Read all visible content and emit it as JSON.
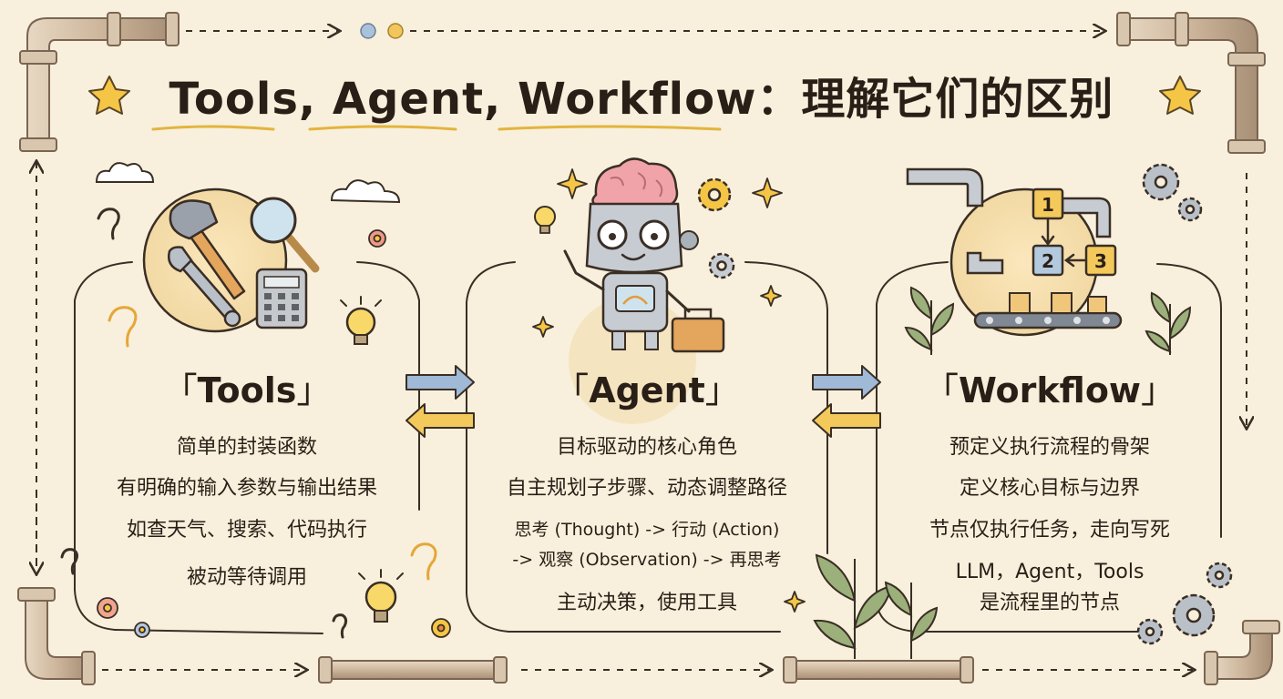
{
  "title": "Tools, Agent, Workflow：理解它们的区别",
  "bracket_open": "「",
  "bracket_close": "」",
  "cards": [
    {
      "heading": "Tools",
      "lines": [
        "简单的封装函数",
        "有明确的输入参数与输出结果",
        "如查天气、搜索、代码执行",
        "被动等待调用"
      ]
    },
    {
      "heading": "Agent",
      "lines": [
        "目标驱动的核心角色",
        "自主规划子步骤、动态调整路径",
        "思考 (Thought) -> 行动 (Action)",
        "-> 观察 (Observation) -> 再思考",
        "主动决策，使用工具"
      ]
    },
    {
      "heading": "Workflow",
      "lines": [
        "预定义执行流程的骨架",
        "定义核心目标与边界",
        "节点仅执行任务，走向写死",
        "LLM，Agent，Tools",
        "是流程里的节点"
      ]
    }
  ],
  "workflow_steps": [
    "1",
    "2",
    "3"
  ],
  "icons": {
    "tools": [
      "hammer-icon",
      "magnifier-icon",
      "wrench-icon",
      "calculator-icon",
      "lightbulb-icon",
      "question-mark-icon",
      "cloud-icon",
      "flower-icon"
    ],
    "agent": [
      "robot-icon",
      "brain-icon",
      "gear-icon",
      "toolbox-icon",
      "sparkle-icon"
    ],
    "workflow": [
      "pipe-icon",
      "conveyor-belt-icon",
      "box-icon",
      "gear-icon",
      "plant-icon"
    ],
    "flow": [
      "arrow-right-icon",
      "arrow-left-icon"
    ]
  },
  "colors": {
    "background": "#f8f0dc",
    "text": "#2a1f17",
    "blue_arrow": "#9fb9d6",
    "yellow_arrow": "#f3c95b",
    "pipe": "#c9b49c"
  }
}
